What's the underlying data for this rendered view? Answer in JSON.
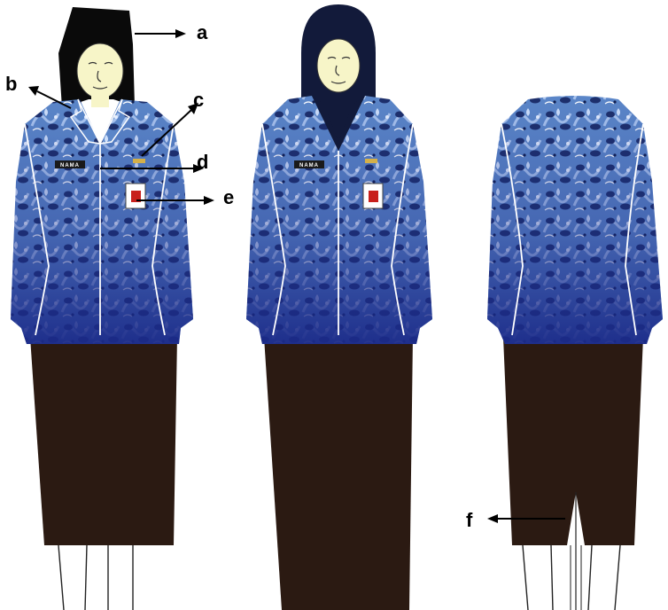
{
  "labels": {
    "a": "a",
    "b": "b",
    "c": "c",
    "d": "d",
    "e": "e",
    "f": "f"
  },
  "name_tag_text": "NAMA",
  "colors": {
    "batik_base": "#5b86c8",
    "batik_light": "#a9c4ee",
    "batik_dark": "#1d2f6b",
    "batik_hem": "#1b2a88",
    "skirt": "#2b1a12",
    "hair": "#0a0a0a",
    "hijab": "#121a3a",
    "skin": "#f7f5c8",
    "piping": "#ffffff",
    "badge_red": "#c8201c"
  }
}
